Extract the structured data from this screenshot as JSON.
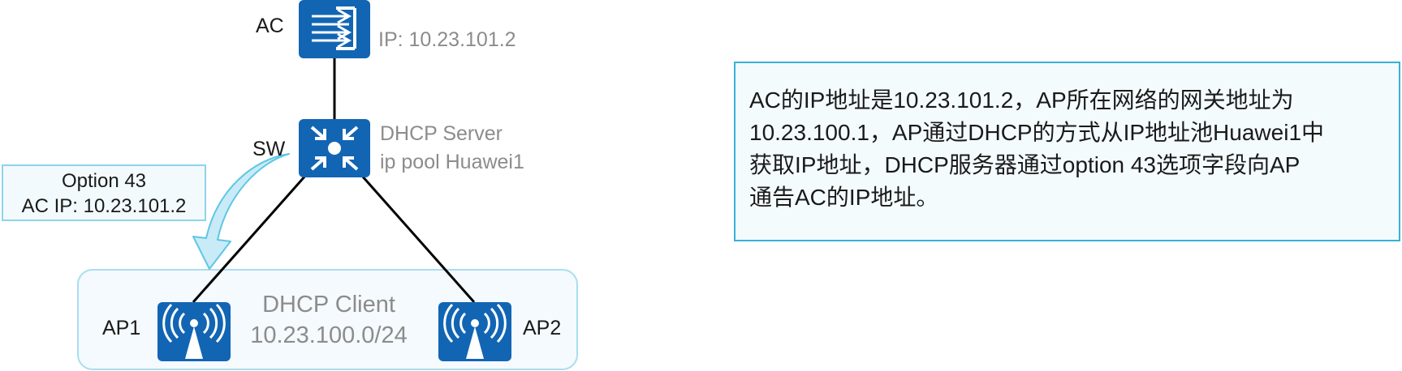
{
  "devices": {
    "ac": {
      "label": "AC",
      "ip": "IP: 10.23.101.2",
      "icon": "access-controller-icon"
    },
    "sw": {
      "label": "SW",
      "role": "DHCP Server",
      "pool": "ip pool Huawei1",
      "icon": "switch-icon"
    },
    "ap1": {
      "label": "AP1",
      "icon": "wireless-ap-icon"
    },
    "ap2": {
      "label": "AP2",
      "icon": "wireless-ap-icon"
    }
  },
  "client_area": {
    "title": "DHCP Client",
    "subnet": "10.23.100.0/24"
  },
  "option_box": {
    "line1": "Option 43",
    "line2": "AC IP: 10.23.101.2"
  },
  "description": {
    "lines": [
      "AC的IP地址是10.23.101.2，AP所在网络的网关地址为",
      "10.23.100.1，AP通过DHCP的方式从IP地址池Huawei1中",
      "获取IP地址，DHCP服务器通过option 43选项字段向AP",
      "通告AC的IP地址。"
    ]
  },
  "colors": {
    "device_blue": "#1265b3",
    "box_border": "#37b1d8",
    "client_area_border": "#a9def0",
    "client_area_fill": "#f4fafd",
    "arrow_fill": "#c9ebf7",
    "arrow_stroke": "#5ec6e6",
    "gray_text": "#8c8c8c"
  }
}
